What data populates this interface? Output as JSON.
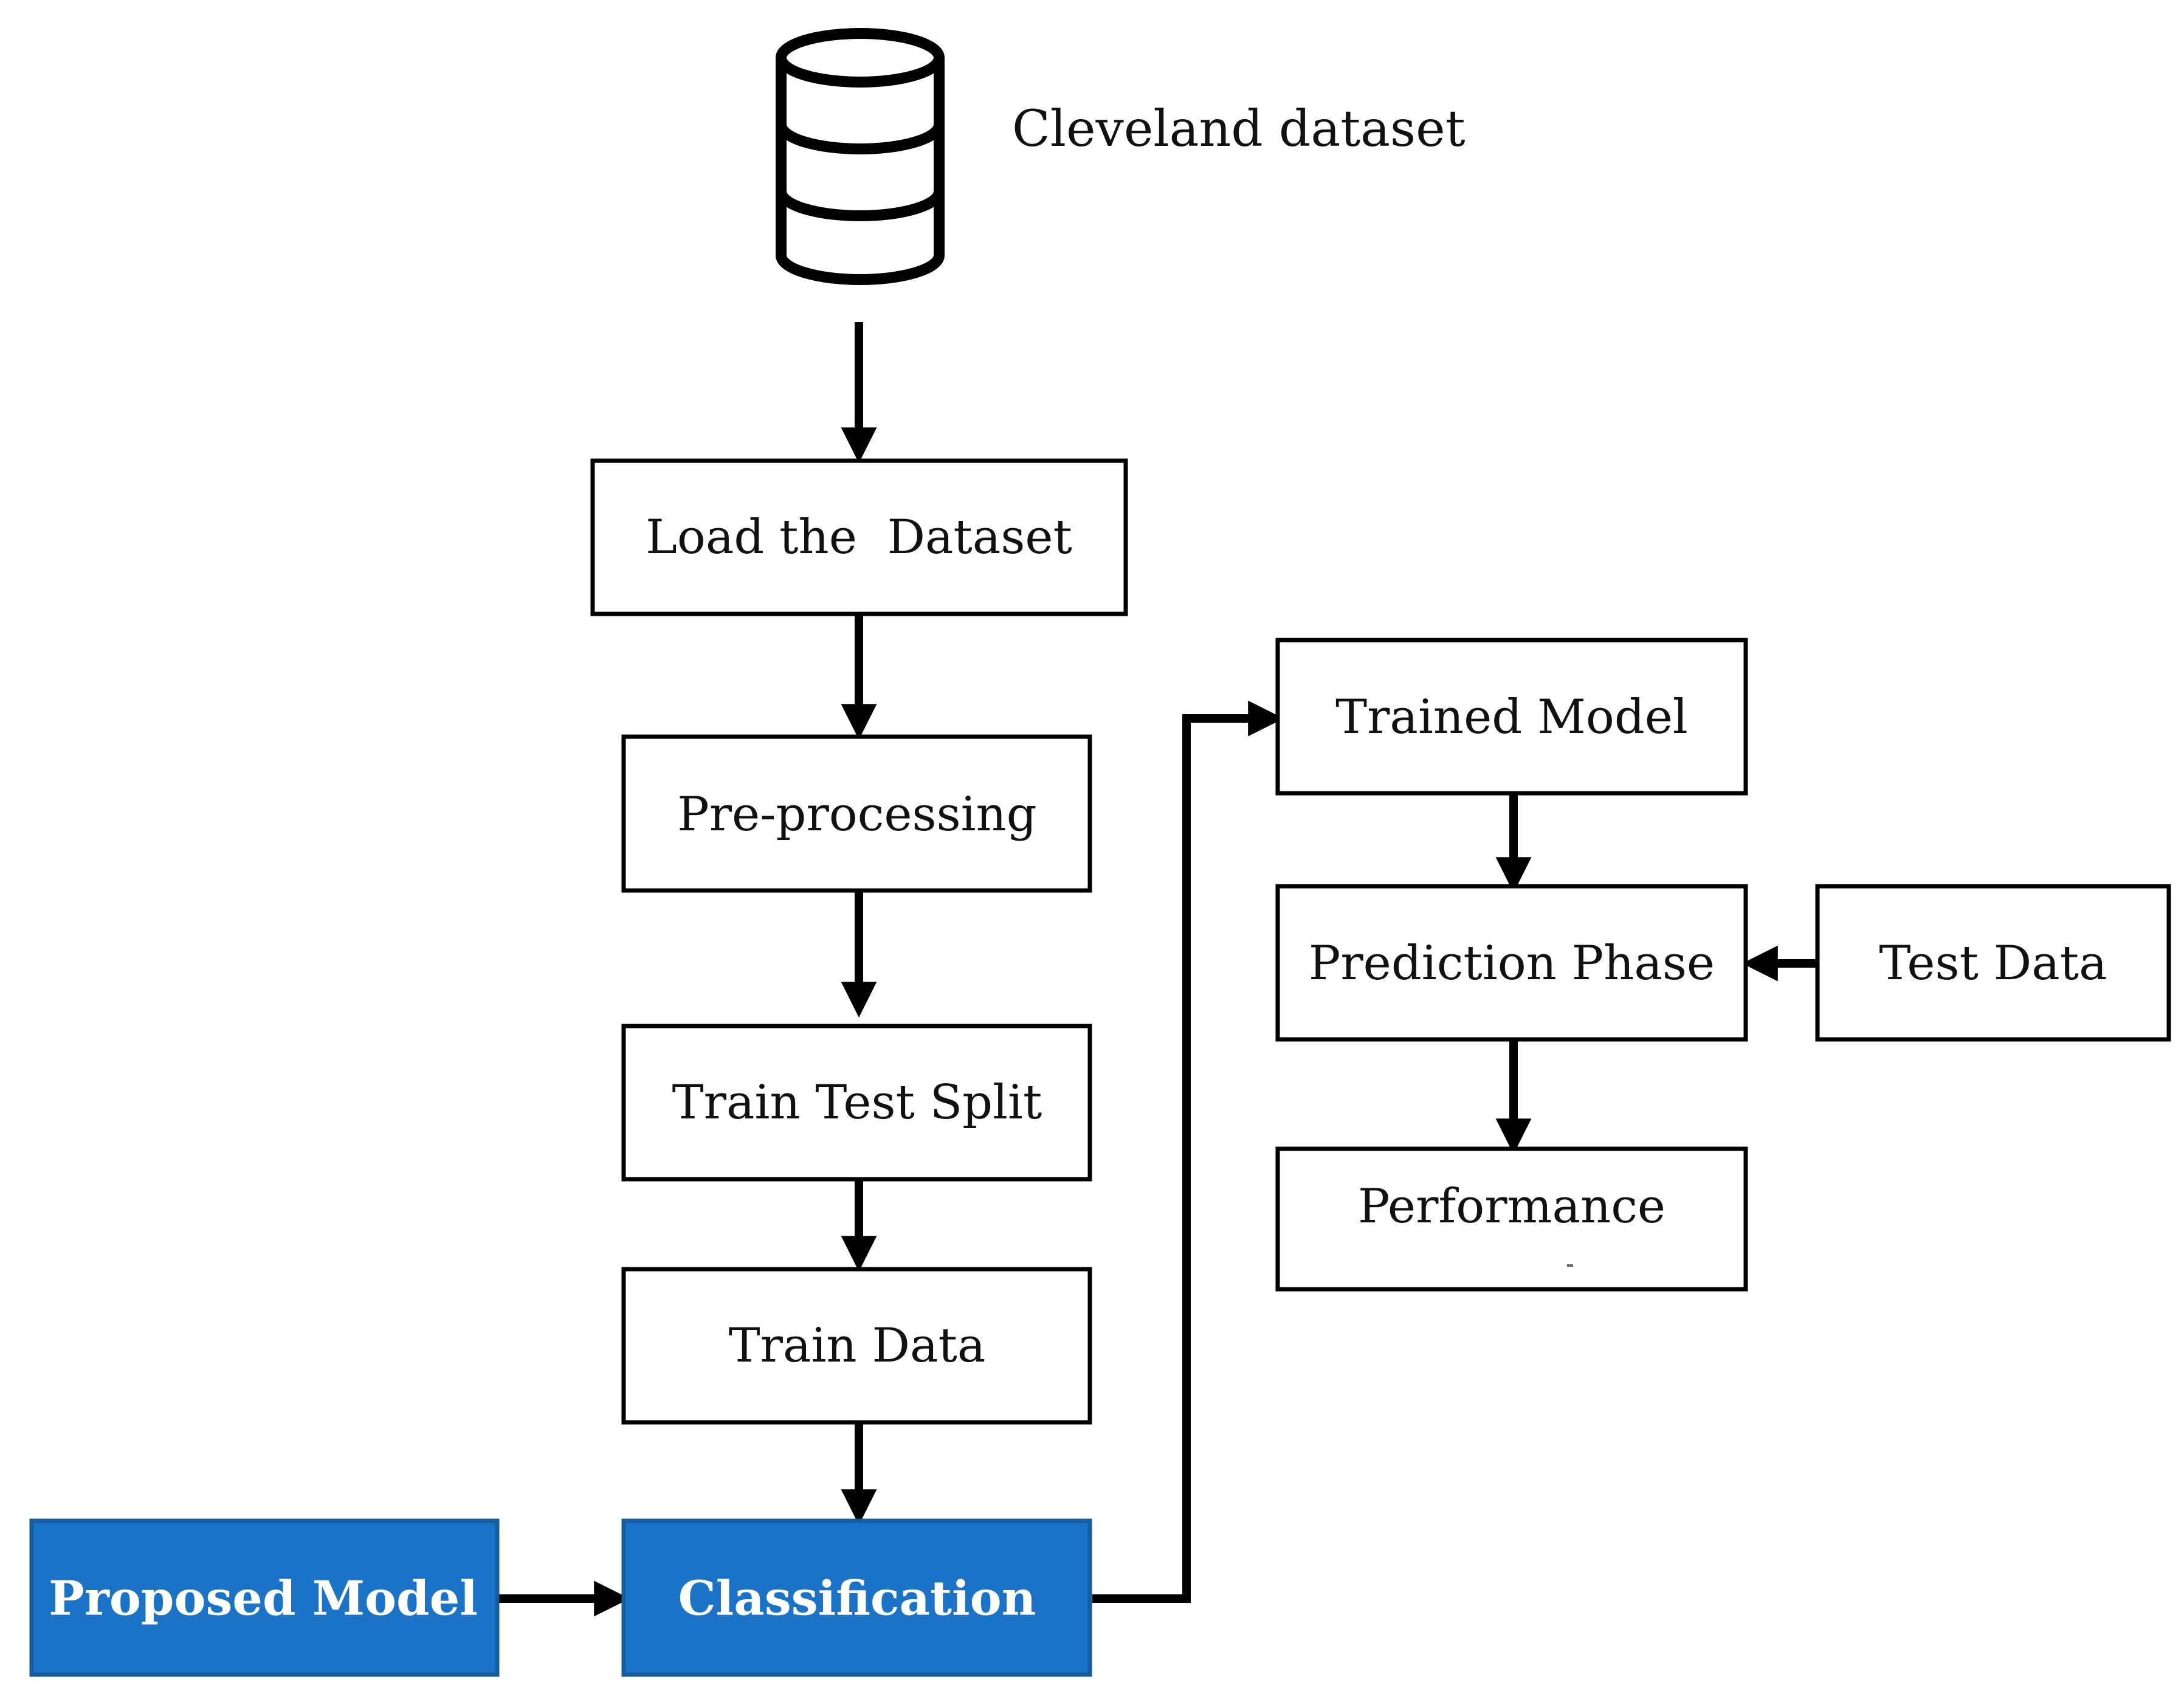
{
  "diagram": {
    "dataset": {
      "icon": "database-icon",
      "label": "Cleveland dataset"
    },
    "nodes": {
      "load": "Load the  Dataset",
      "preprocessing": "Pre-processing",
      "split": "Train Test Split",
      "train_data": "Train Data",
      "classification": "Classification",
      "proposed_model": "Proposed Model",
      "trained_model": "Trained Model",
      "prediction": "Prediction Phase",
      "test_data": "Test Data",
      "performance": "Performance"
    },
    "colors": {
      "accent_fill": "#1b73c8",
      "accent_border": "#155c9e",
      "stroke": "#000000",
      "box_fill": "#ffffff"
    }
  }
}
